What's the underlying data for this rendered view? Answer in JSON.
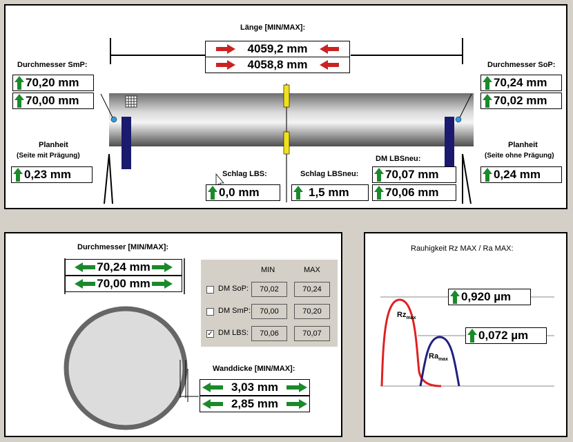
{
  "top": {
    "length_title": "Länge [MIN/MAX]:",
    "length_max": "4059,2 mm",
    "length_min": "4058,8 mm",
    "dm_smp_title": "Durchmesser SmP:",
    "dm_smp_max": "70,20 mm",
    "dm_smp_min": "70,00 mm",
    "dm_sop_title": "Durchmesser SoP:",
    "dm_sop_max": "70,24 mm",
    "dm_sop_min": "70,02 mm",
    "planheit_left_title": "Planheit",
    "planheit_left_sub": "(Seite mit Prägung)",
    "planheit_left_val": "0,23 mm",
    "planheit_right_title": "Planheit",
    "planheit_right_sub": "(Seite ohne Prägung)",
    "planheit_right_val": "0,24 mm",
    "schlag_lbs_title": "Schlag LBS:",
    "schlag_lbs_val": "0,0 mm",
    "schlag_lbsneu_title": "Schlag LBSneu:",
    "schlag_lbsneu_val": "1,5 mm",
    "dm_lbsneu_title": "DM LBSneu:",
    "dm_lbsneu_max": "70,07 mm",
    "dm_lbsneu_min": "70,06 mm"
  },
  "bottom_left": {
    "dm_title": "Durchmesser [MIN/MAX]:",
    "dm_max": "70,24 mm",
    "dm_min": "70,00 mm",
    "wall_title": "Wanddicke [MIN/MAX]:",
    "wall_max": "3,03 mm",
    "wall_min": "2,85 mm",
    "table": {
      "col_min": "MIN",
      "col_max": "MAX",
      "rows": [
        {
          "label": "DM SoP:",
          "checked": "",
          "min": "70,02",
          "max": "70,24"
        },
        {
          "label": "DM SmP:",
          "checked": "",
          "min": "70,00",
          "max": "70,20"
        },
        {
          "label": "DM LBS:",
          "checked": "✓",
          "min": "70,06",
          "max": "70,07"
        }
      ]
    }
  },
  "bottom_right": {
    "title": "Rauhigkeit Rz MAX / Ra MAX:",
    "rz_val": "0,920 µm",
    "ra_val": "0,072 µm",
    "rz_label": "Rz",
    "ra_label": "Ra",
    "sub_label": "max"
  },
  "icons": {
    "up": "arrow-up-icon",
    "right": "arrow-right-icon",
    "left": "arrow-left-icon",
    "double": "double-arrow-icon"
  },
  "colors": {
    "green": "#1a8a2a",
    "red_arrow": "#cc2222",
    "blue_dot": "#3399dd",
    "navy": "#1a1a6e",
    "yellow": "#f0e020",
    "rz_curve": "#e02020",
    "ra_curve": "#202080"
  }
}
